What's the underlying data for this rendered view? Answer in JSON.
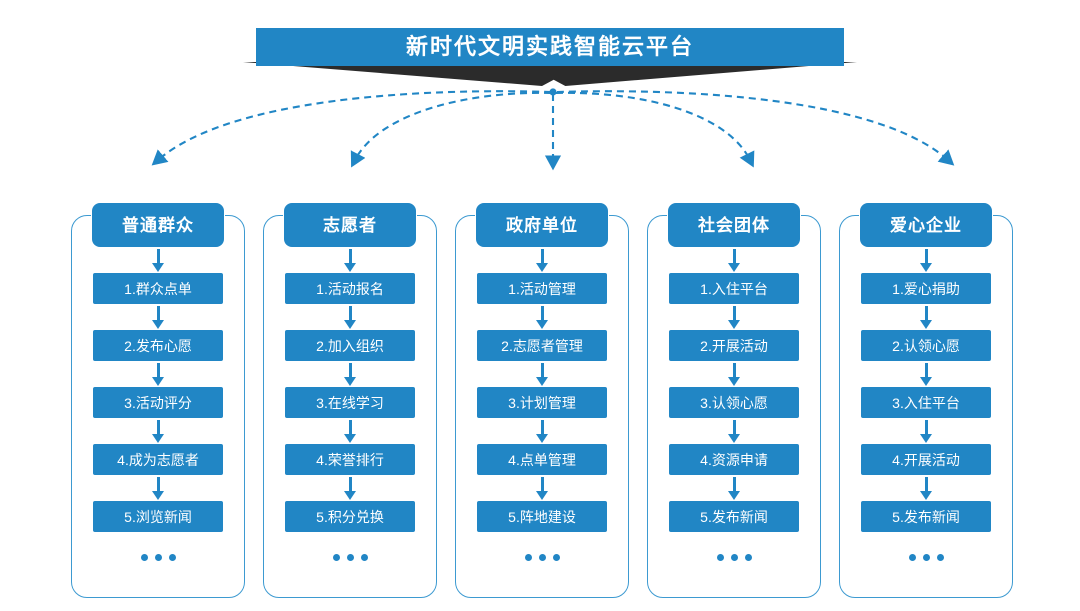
{
  "title": {
    "text": "新时代文明实践智能云平台",
    "bar_color": "#2186c5",
    "shadow_color": "#2b2b2b"
  },
  "theme": {
    "accent": "#2186c5",
    "frame_border": "#3d9ad1",
    "text_on_accent": "#ffffff",
    "background": "#ffffff"
  },
  "columns": [
    {
      "header": "普通群众",
      "items": [
        "1.群众点单",
        "2.发布心愿",
        "3.活动评分",
        "4.成为志愿者",
        "5.浏览新闻"
      ],
      "ellipsis": "..."
    },
    {
      "header": "志愿者",
      "items": [
        "1.活动报名",
        "2.加入组织",
        "3.在线学习",
        "4.荣誉排行",
        "5.积分兑换"
      ],
      "ellipsis": "..."
    },
    {
      "header": "政府单位",
      "items": [
        "1.活动管理",
        "2.志愿者管理",
        "3.计划管理",
        "4.点单管理",
        "5.阵地建设"
      ],
      "ellipsis": "..."
    },
    {
      "header": "社会团体",
      "items": [
        "1.入住平台",
        "2.开展活动",
        "3.认领心愿",
        "4.资源申请",
        "5.发布新闻"
      ],
      "ellipsis": "..."
    },
    {
      "header": "爱心企业",
      "items": [
        "1.爱心捐助",
        "2.认领心愿",
        "3.入住平台",
        "4.开展活动",
        "5.发布新闻"
      ],
      "ellipsis": "..."
    }
  ]
}
